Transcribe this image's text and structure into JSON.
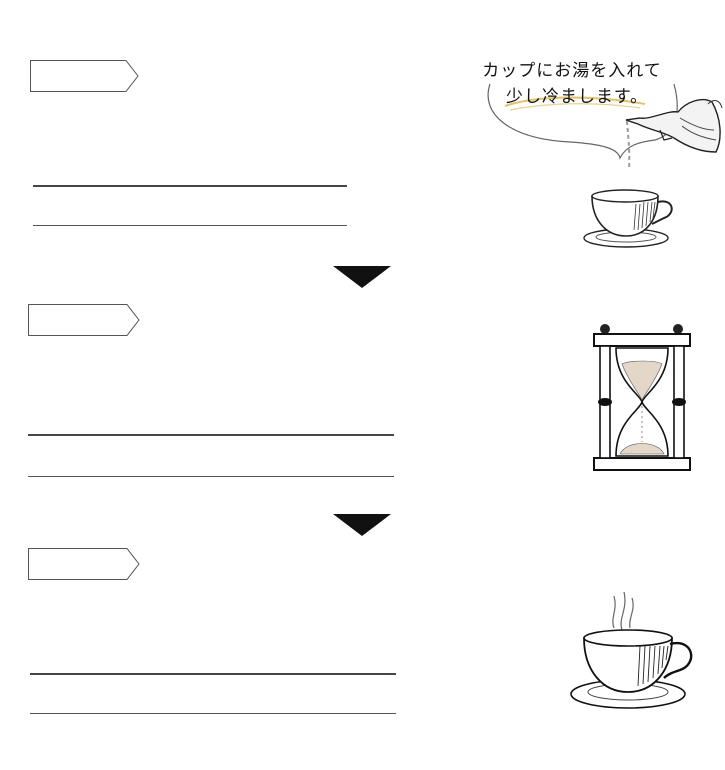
{
  "steps": [
    {
      "id": 1,
      "label": ""
    },
    {
      "id": 2,
      "label": ""
    },
    {
      "id": 3,
      "label": ""
    }
  ],
  "bubble": {
    "line1": "カップにお湯を入れて",
    "line2": "少し冷まします。",
    "accent_color": "#d9b443"
  },
  "icons": [
    "kettle-pouring-icon",
    "teacup-icon",
    "hourglass-icon",
    "steaming-teacup-icon",
    "down-arrow-icon"
  ]
}
